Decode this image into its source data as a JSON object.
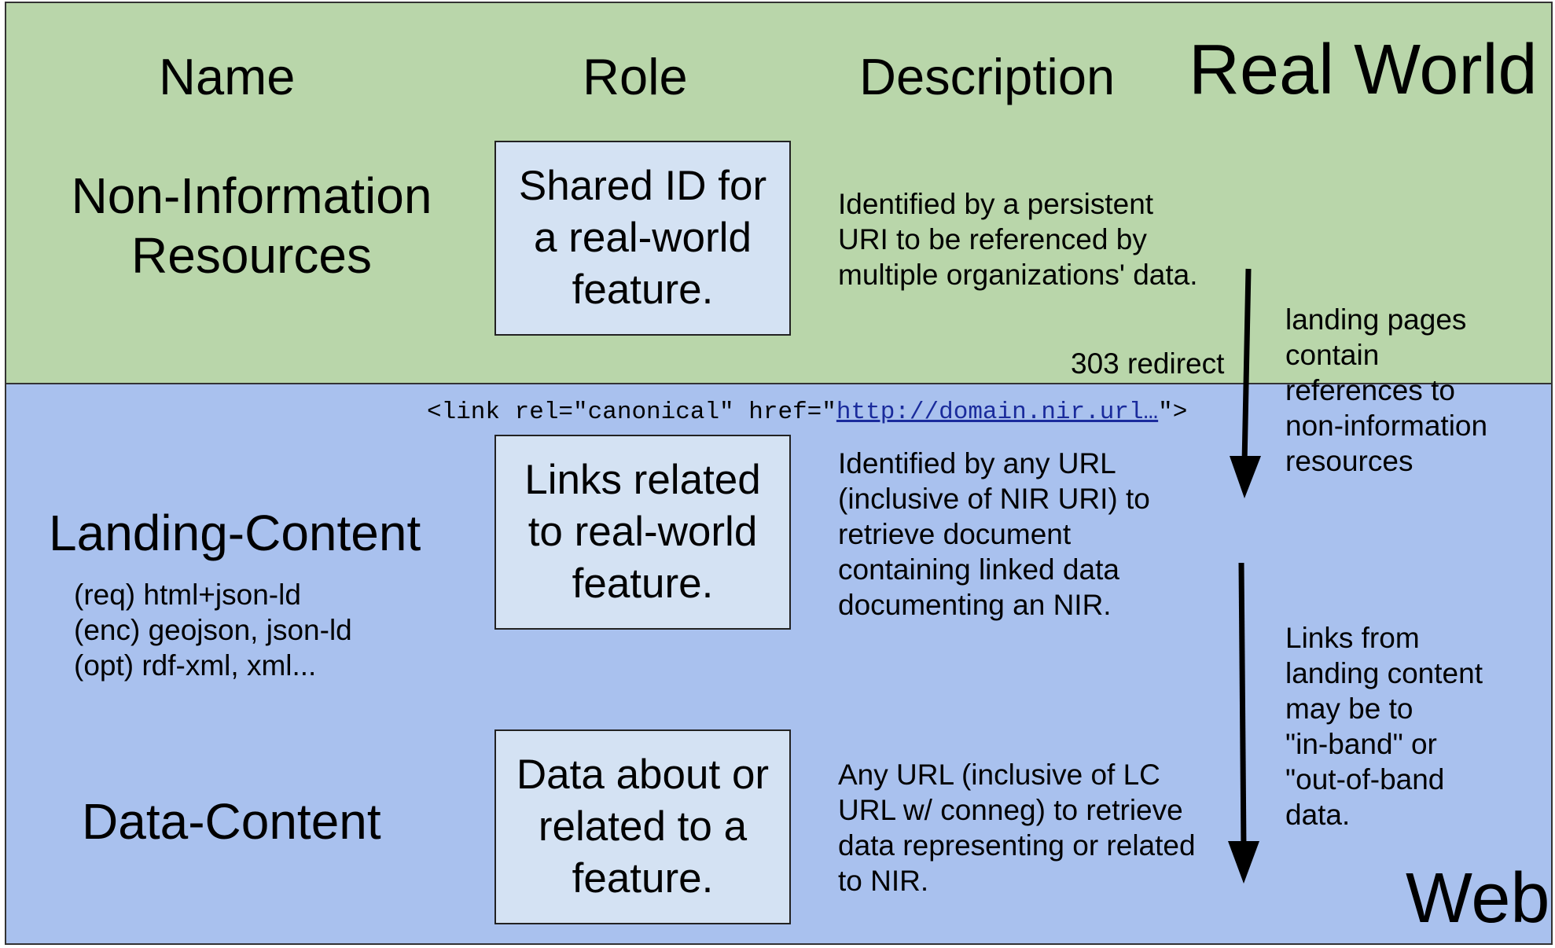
{
  "headers": {
    "name": "Name",
    "role": "Role",
    "description": "Description"
  },
  "zones": {
    "top": "Real World",
    "bottom": "Web"
  },
  "rows": {
    "nir": {
      "name": "Non-Information\nResources",
      "role": "Shared ID for\na real-world\nfeature.",
      "description": "Identified by a persistent\nURI to be referenced by\nmultiple organizations' data."
    },
    "landing": {
      "name": "Landing-Content",
      "formats": "(req) html+json-ld\n(enc) geojson, json-ld\n(opt) rdf-xml, xml...",
      "role": "Links related\nto real-world\nfeature.",
      "description": "Identified by any URL\n(inclusive of NIR URI) to\nretrieve document\ncontaining linked data\ndocumenting an NIR."
    },
    "data": {
      "name": "Data-Content",
      "role": "Data about or\nrelated to a\nfeature.",
      "description": "Any URL (inclusive of LC\nURL w/ conneg) to retrieve\ndata representing or related\nto NIR."
    }
  },
  "link_tag": {
    "prefix": "<link rel=\"canonical\" href=\"",
    "url": "http://domain.nir.url…",
    "suffix": "\">"
  },
  "arrows": {
    "redirect_label": "303 redirect",
    "landing_note": "landing pages\ncontain\nreferences to\nnon-information\nresources",
    "data_note": "Links from\nlanding content\nmay be to\n\"in-band\" or\n\"out-of-band\ndata."
  }
}
